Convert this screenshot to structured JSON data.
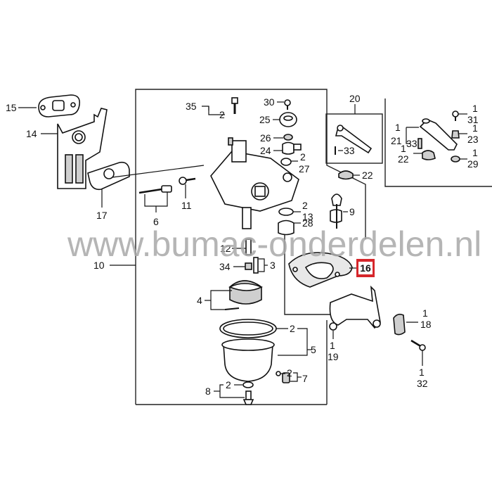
{
  "diagram": {
    "type": "exploded-parts-diagram",
    "subject": "carburetor assembly",
    "watermark": "www.bumac-onderdelen.nl",
    "highlighted_part": "16",
    "highlight_color": "#d6262b",
    "callouts": {
      "c15": "15",
      "c14": "14",
      "c17": "17",
      "c6": "6",
      "c11": "11",
      "c35": "35",
      "c2a": "2",
      "c30": "30",
      "c25": "25",
      "c26": "26",
      "c24": "24",
      "c2b": "2",
      "c27": "27",
      "c2c": "2",
      "c13": "13",
      "c28": "28",
      "c9": "9",
      "c10": "10",
      "c12": "12",
      "c34": "34",
      "c3": "3",
      "c16": "16",
      "c4": "4",
      "c2d": "2",
      "c5": "5",
      "c2e": "2",
      "c7": "7",
      "c8": "8",
      "c2f": "2",
      "c20": "20",
      "c33a": "33",
      "c22a": "22",
      "c1a": "1",
      "c21": "21",
      "c33b": "33",
      "c1b": "1",
      "c22b": "22",
      "c1c": "1",
      "c31": "31",
      "c1d": "1",
      "c23": "23",
      "c1e": "1",
      "c29": "29",
      "c1f": "1",
      "c19": "19",
      "c1g": "1",
      "c18": "18",
      "c1h": "1",
      "c32": "32"
    }
  }
}
